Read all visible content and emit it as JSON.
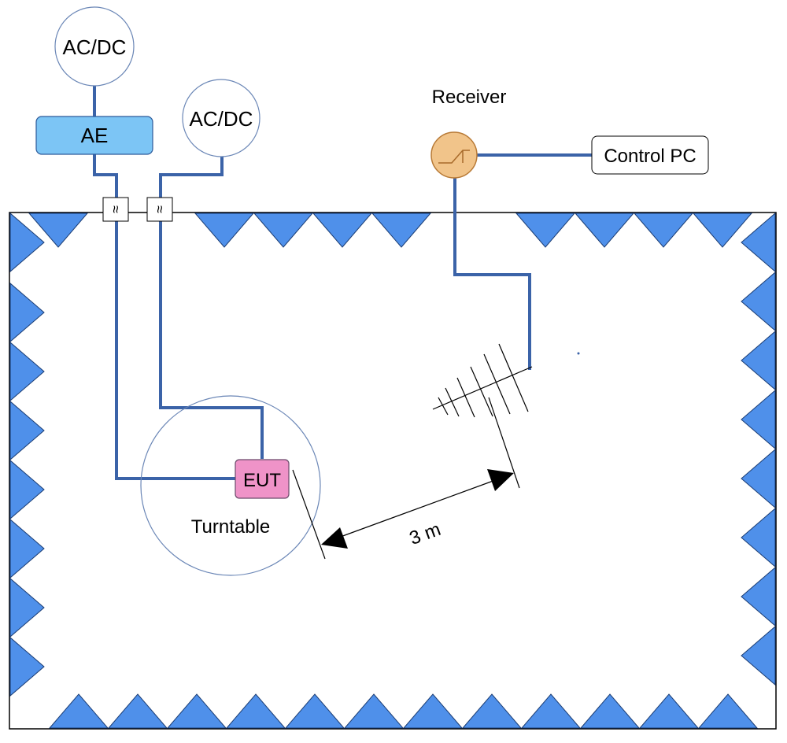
{
  "labels": {
    "acdc_left": "AC/DC",
    "acdc_right": "AC/DC",
    "ae": "AE",
    "receiver": "Receiver",
    "control_pc": "Control PC",
    "eut": "EUT",
    "turntable": "Turntable",
    "distance": "3 m"
  },
  "filter_symbol": "≈",
  "colors": {
    "cable": "#3b63a8",
    "absorber_fill": "#4f90ea",
    "absorber_stroke": "#1a3c73",
    "ae_fill": "#7cc5f5",
    "eut_fill": "#ef93c8",
    "receiver_fill": "#f1c48a",
    "receiver_stroke": "#b87a36",
    "circle_stroke": "#6a86b6"
  }
}
